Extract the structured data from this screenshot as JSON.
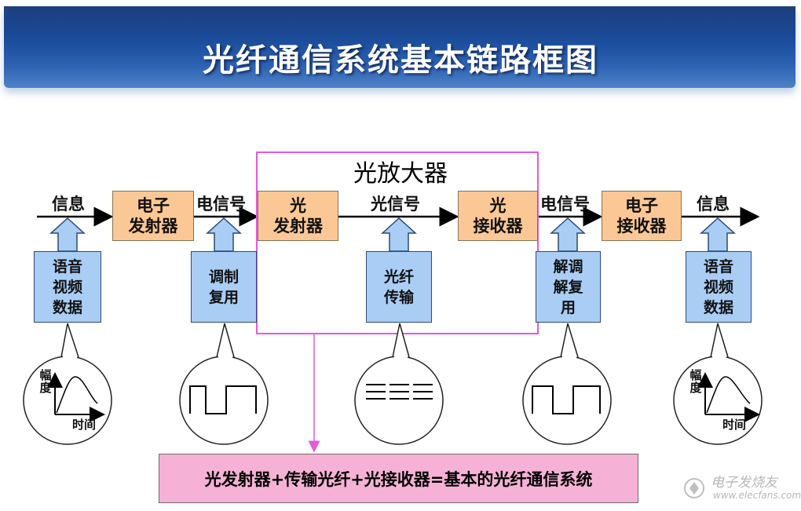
{
  "title": "光纤通信系统基本链路框图",
  "amplifier_label": "光放大器",
  "signals": {
    "info_in": "信息",
    "electric_1": "电信号",
    "optical": "光信号",
    "electric_2": "电信号",
    "info_out": "信息"
  },
  "blocks": {
    "electronic_transmitter": "电子\n发射器",
    "optical_transmitter": "光\n发射器",
    "optical_receiver": "光\n接收器",
    "electronic_receiver": "电子\n接收器"
  },
  "sources": {
    "input_media": "语音\n视频\n数据",
    "modulation": "调制\n复用",
    "fiber": "光纤\n传输",
    "demodulation": "解调\n解复\n用",
    "output_media": "语音\n视频\n数据"
  },
  "axes": {
    "amplitude": "幅度",
    "time": "时间"
  },
  "summary": "光发射器+传输光纤+光接收器=基本的光纤通信系统",
  "watermark": {
    "name": "电子发烧友",
    "url": "www.elecfans.com"
  },
  "colors": {
    "banner": "#1c4f9e",
    "orange_block": "#fbc895",
    "blue_block": "#a9cdf5",
    "amplifier_frame": "#e05ae0",
    "summary_box": "#f5b2d6"
  }
}
